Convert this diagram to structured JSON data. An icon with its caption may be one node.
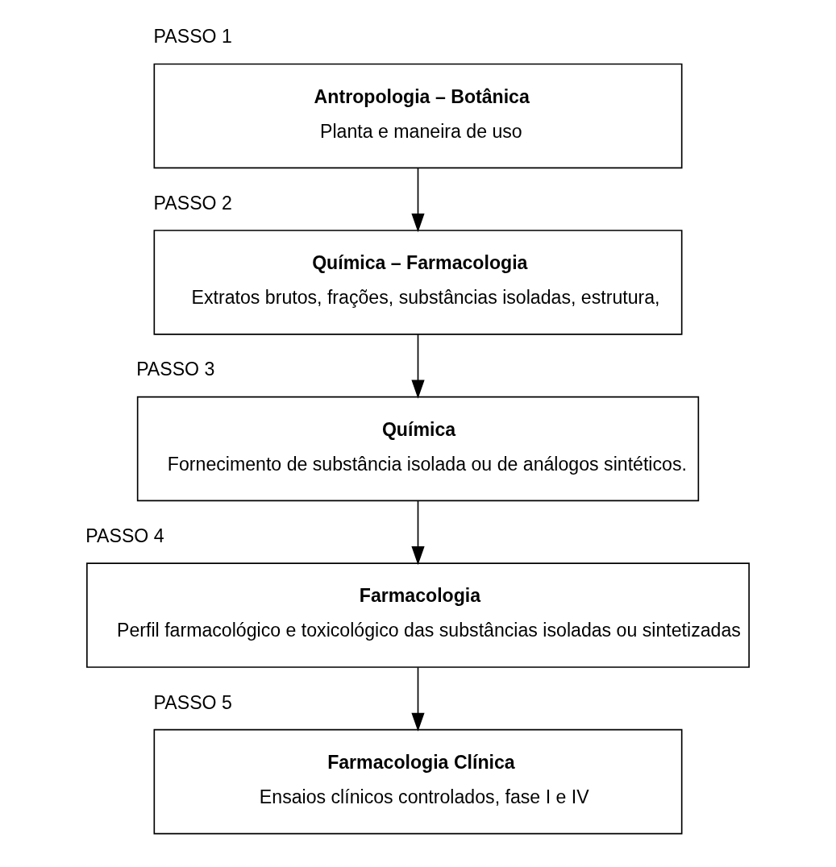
{
  "diagram": {
    "nodes": [
      {
        "text": [
          "Antropologia – Botânica",
          "Planta e maneira de uso"
        ],
        "beside": [
          "PASSO 1"
        ]
      },
      {
        "text": [
          "Química – Farmacologia",
          "Extratos brutos, frações, substâncias isoladas, estrutura,"
        ],
        "beside": [
          "PASSO 2"
        ]
      },
      {
        "text": [
          "Química",
          "Fornecimento de substância isolada ou de análogos sintéticos."
        ],
        "beside": [
          "PASSO 3"
        ]
      },
      {
        "text": [
          "Farmacologia",
          "Perfil farmacológico e toxicológico das substâncias isoladas ou sintetizadas"
        ],
        "beside": [
          "PASSO 4"
        ]
      },
      {
        "text": [
          "Farmacologia Clínica",
          "Ensaios clínicos controlados, fase I e IV"
        ],
        "beside": [
          "PASSO 5"
        ]
      }
    ],
    "edges": [
      {
        "from": 0,
        "to": 1,
        "arrow": "to"
      },
      {
        "from": 1,
        "to": 2,
        "arrow": "to"
      },
      {
        "from": 2,
        "to": 3,
        "arrow": "to"
      },
      {
        "from": 3,
        "to": 4,
        "arrow": "to"
      }
    ]
  }
}
